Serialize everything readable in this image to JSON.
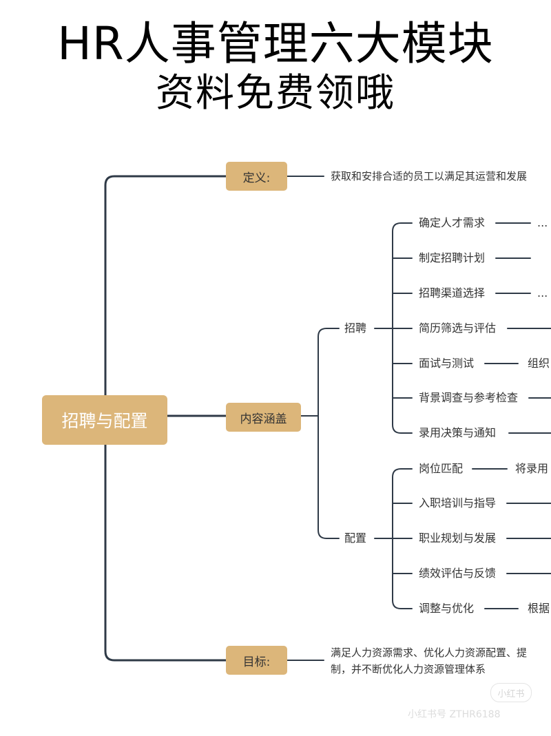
{
  "title": {
    "line1": "HR人事管理六大模块",
    "line2": "资料免费领哦"
  },
  "root": {
    "label": "招聘与配置"
  },
  "definition": {
    "label": "定义:",
    "text": "获取和安排合适的员工以满足其运营和发展"
  },
  "content": {
    "label": "内容涵盖"
  },
  "recruit": {
    "label": "招聘",
    "items": [
      {
        "label": "确定人才需求",
        "tail": "..."
      },
      {
        "label": "制定招聘计划",
        "tail": ""
      },
      {
        "label": "招聘渠道选择",
        "tail": "..."
      },
      {
        "label": "简历筛选与评估",
        "tail": ""
      },
      {
        "label": "面试与测试",
        "tail": "组织"
      },
      {
        "label": "背景调查与参考检查",
        "tail": ""
      },
      {
        "label": "录用决策与通知",
        "tail": ""
      }
    ]
  },
  "allocate": {
    "label": "配置",
    "items": [
      {
        "label": "岗位匹配",
        "tail": "将录用"
      },
      {
        "label": "入职培训与指导",
        "tail": ""
      },
      {
        "label": "职业规划与发展",
        "tail": ""
      },
      {
        "label": "绩效评估与反馈",
        "tail": ""
      },
      {
        "label": "调整与优化",
        "tail": "根据"
      }
    ]
  },
  "goal": {
    "label": "目标:",
    "line1": "满足人力资源需求、优化人力资源配置、提",
    "line2": "制，并不断优化人力资源管理体系"
  },
  "watermark": {
    "badge": "小红书",
    "text": "小红书号  ZTHR6188"
  },
  "colors": {
    "node_fill": "#dcb67a",
    "wire": "#2f3a47",
    "text": "#333333"
  }
}
